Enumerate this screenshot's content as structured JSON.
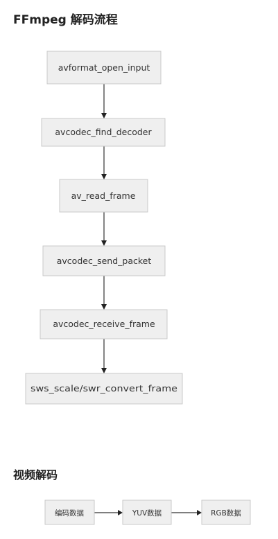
{
  "sections": [
    {
      "title": "FFmpeg 解码流程",
      "nodes": [
        "avformat_open_input",
        "avcodec_find_decoder",
        "av_read_frame",
        "avcodec_send_packet",
        "avcodec_receive_frame",
        "sws_scale/swr_convert_frame"
      ]
    },
    {
      "title": "视频解码",
      "nodes": [
        "编码数据",
        "YUV数据",
        "RGB数据"
      ]
    }
  ],
  "colors": {
    "node_fill": "#efefef",
    "node_border": "#c9c9c9",
    "edge": "#333333",
    "text": "#222222"
  }
}
